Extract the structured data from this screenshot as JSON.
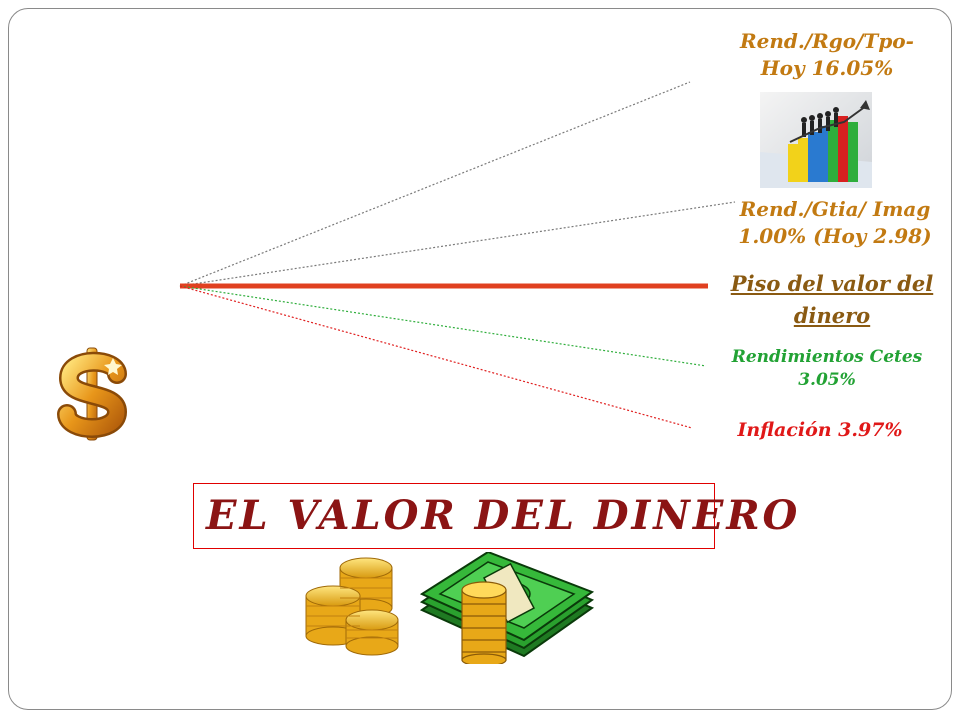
{
  "labels": {
    "rgo_line1": "Rend./Rgo/Tpo-",
    "rgo_line2": "Hoy  16.05%",
    "gtia_line1": "Rend./Gtia/ Imag",
    "gtia_line2": "1.00% (Hoy 2.98)",
    "piso_line1": "Piso del valor del",
    "piso_line2": "dinero",
    "cetes_line1": "Rendimientos Cetes",
    "cetes_line2": "3.05%",
    "inflacion": "Inflación 3.97%"
  },
  "title": "EL VALOR DEL DINERO",
  "icons": {
    "dollar": "dollar-sign-icon",
    "chart": "growth-chart-icon",
    "coins": "gold-coins-icon",
    "money": "cash-stack-icon"
  },
  "colors": {
    "rgo_line": "#7a7a7a",
    "gtia_line": "#7a7a7a",
    "piso_line": "#e04020",
    "cetes_line": "#2fae3c",
    "inflacion_line": "#e02020",
    "title_border": "#e00000",
    "title_text": "#8b1414"
  }
}
